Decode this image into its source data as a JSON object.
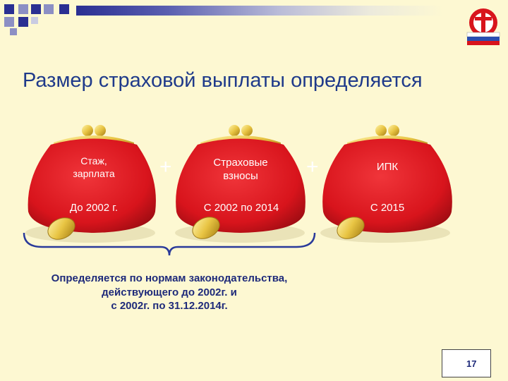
{
  "title": "Размер страховой выплаты определяется",
  "purses": [
    {
      "top": "Стаж,\nзарплата",
      "bottom": "До 2002 г."
    },
    {
      "top": "Страховые\nвзносы",
      "bottom": "С 2002 по 2014"
    },
    {
      "top": "ИПК",
      "bottom": "С 2015"
    }
  ],
  "operators": [
    "+",
    "+"
  ],
  "note": "Определяется по нормам законодательства,\nдействующего до 2002г. и\nс  2002г. по 31.12.2014г.",
  "page_number": "17",
  "colors": {
    "title": "#1f3a8a",
    "purse": "#d8141c",
    "background": "#fdf8d2",
    "gold": "#e8c443"
  }
}
